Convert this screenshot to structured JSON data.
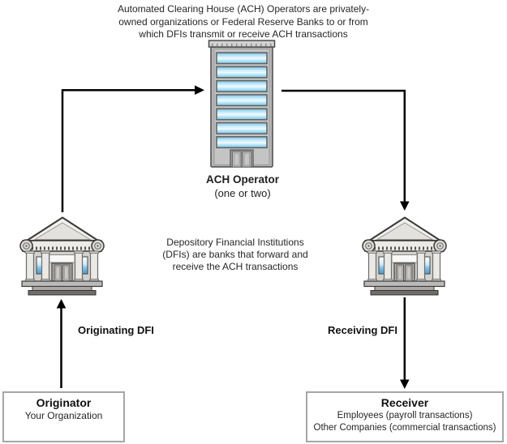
{
  "diagram": {
    "title_semantics": "ACH transaction flow diagram",
    "colors": {
      "arrow": "#000000",
      "box_border": "#a6a6a6",
      "building_body_gray": "#b6b6b6",
      "bank_body_gray": "#d2d1ce",
      "window_blue": "#7fc0e8",
      "background": "#ffffff",
      "text": "#262626"
    },
    "icons": {
      "ach_operator": "office-building-icon",
      "originating_dfi": "bank-building-icon",
      "receiving_dfi": "bank-building-icon"
    },
    "top_note": {
      "lines": [
        "Automated Clearing House (ACH) Operators are privately-",
        "owned organizations or Federal Reserve Banks to or from",
        "which DFIs transmit or receive ACH transactions"
      ]
    },
    "ach_operator": {
      "title": "ACH Operator",
      "subtitle": "(one or two)"
    },
    "dfi_note": {
      "lines": [
        "Depository Financial Institutions",
        "(DFIs) are banks that forward and",
        "receive the ACH transactions"
      ]
    },
    "originating_dfi": {
      "label": "Originating DFI"
    },
    "receiving_dfi": {
      "label": "Receiving DFI"
    },
    "originator_box": {
      "title": "Originator",
      "lines": [
        "Your Organization"
      ]
    },
    "receiver_box": {
      "title": "Receiver",
      "lines": [
        "Employees (payroll transactions)",
        "Other Companies (commercial transactions)"
      ]
    }
  }
}
